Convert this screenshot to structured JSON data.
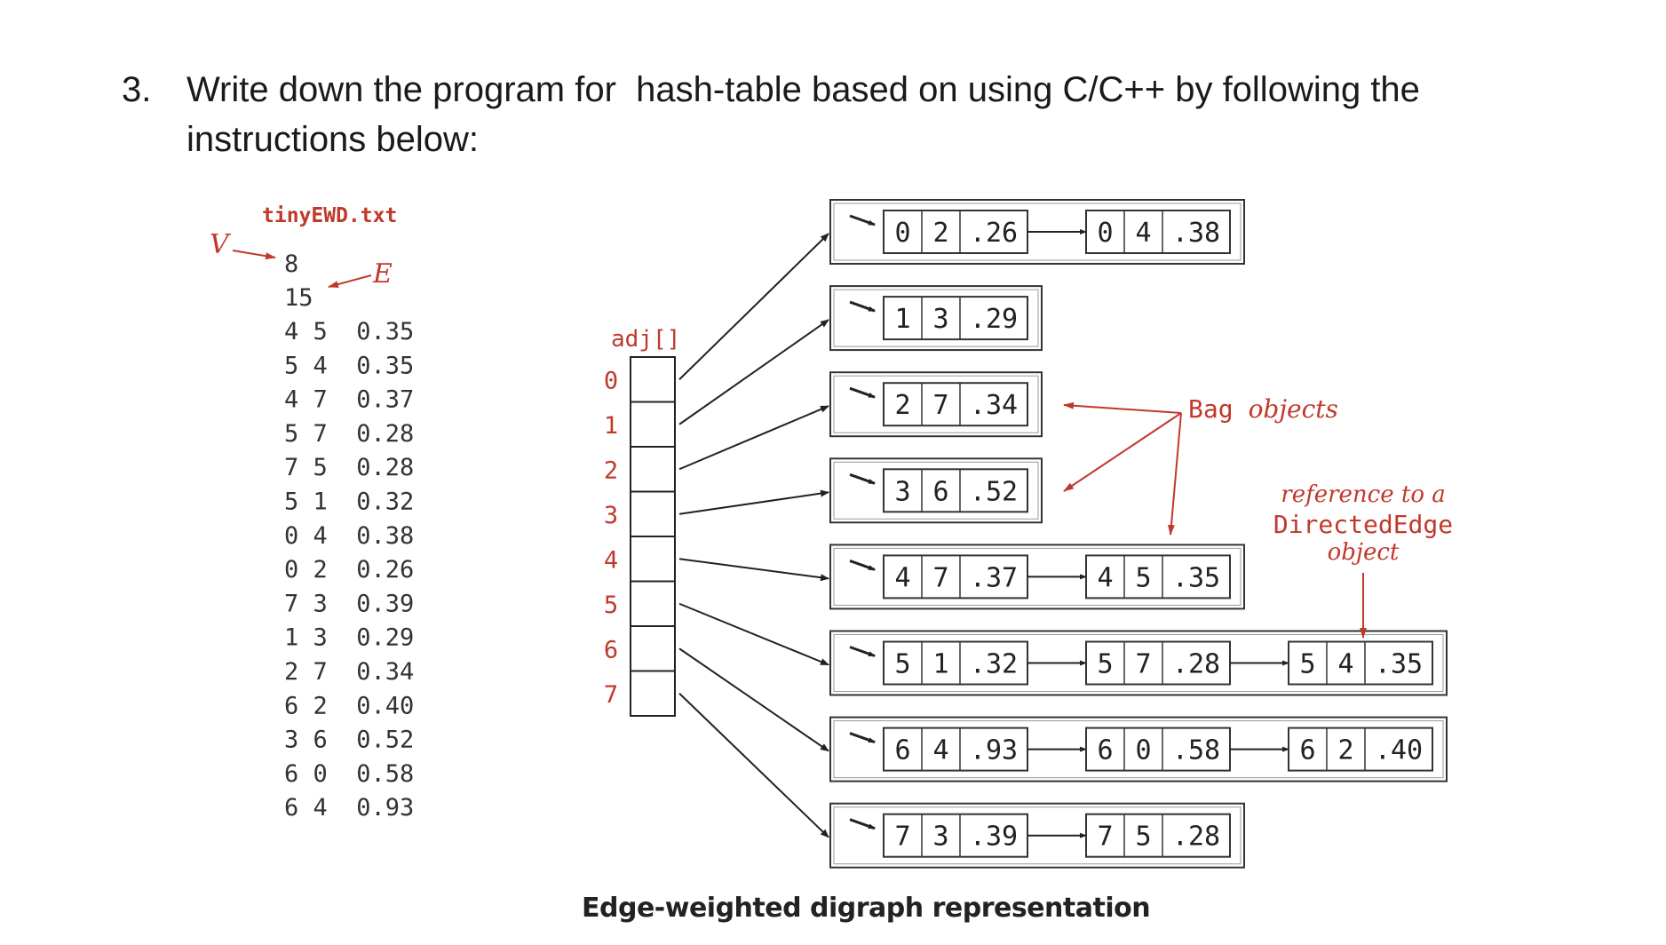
{
  "question": {
    "number": "3.",
    "line1": "Write down the program for  hash-table based on using C/C++ by following the",
    "line2": "instructions below:"
  },
  "figure": {
    "file_title": "tinyEWD.txt",
    "v_label": "V",
    "e_label": "E",
    "vertex_count": "8",
    "edge_count": "15",
    "edges": [
      "4 5  0.35",
      "5 4  0.35",
      "4 7  0.37",
      "5 7  0.28",
      "7 5  0.28",
      "5 1  0.32",
      "0 4  0.38",
      "0 2  0.26",
      "7 3  0.39",
      "1 3  0.29",
      "2 7  0.34",
      "6 2  0.40",
      "3 6  0.52",
      "6 0  0.58",
      "6 4  0.93"
    ],
    "adj_label": "adj[]",
    "indices": [
      "0",
      "1",
      "2",
      "3",
      "4",
      "5",
      "6",
      "7"
    ],
    "bags": [
      [
        [
          "0",
          "2",
          ".26"
        ],
        [
          "0",
          "4",
          ".38"
        ]
      ],
      [
        [
          "1",
          "3",
          ".29"
        ]
      ],
      [
        [
          "2",
          "7",
          ".34"
        ]
      ],
      [
        [
          "3",
          "6",
          ".52"
        ]
      ],
      [
        [
          "4",
          "7",
          ".37"
        ],
        [
          "4",
          "5",
          ".35"
        ]
      ],
      [
        [
          "5",
          "1",
          ".32"
        ],
        [
          "5",
          "7",
          ".28"
        ],
        [
          "5",
          "4",
          ".35"
        ]
      ],
      [
        [
          "6",
          "4",
          ".93"
        ],
        [
          "6",
          "0",
          ".58"
        ],
        [
          "6",
          "2",
          ".40"
        ]
      ],
      [
        [
          "7",
          "3",
          ".39"
        ],
        [
          "7",
          "5",
          ".28"
        ]
      ]
    ],
    "bag_label_mono": "Bag",
    "bag_label_italic": "objects",
    "ref_line1": "reference to a",
    "ref_line2": "DirectedEdge",
    "ref_line3": "object",
    "caption": "Edge-weighted digraph representation",
    "accent_color": "#c0392b"
  }
}
